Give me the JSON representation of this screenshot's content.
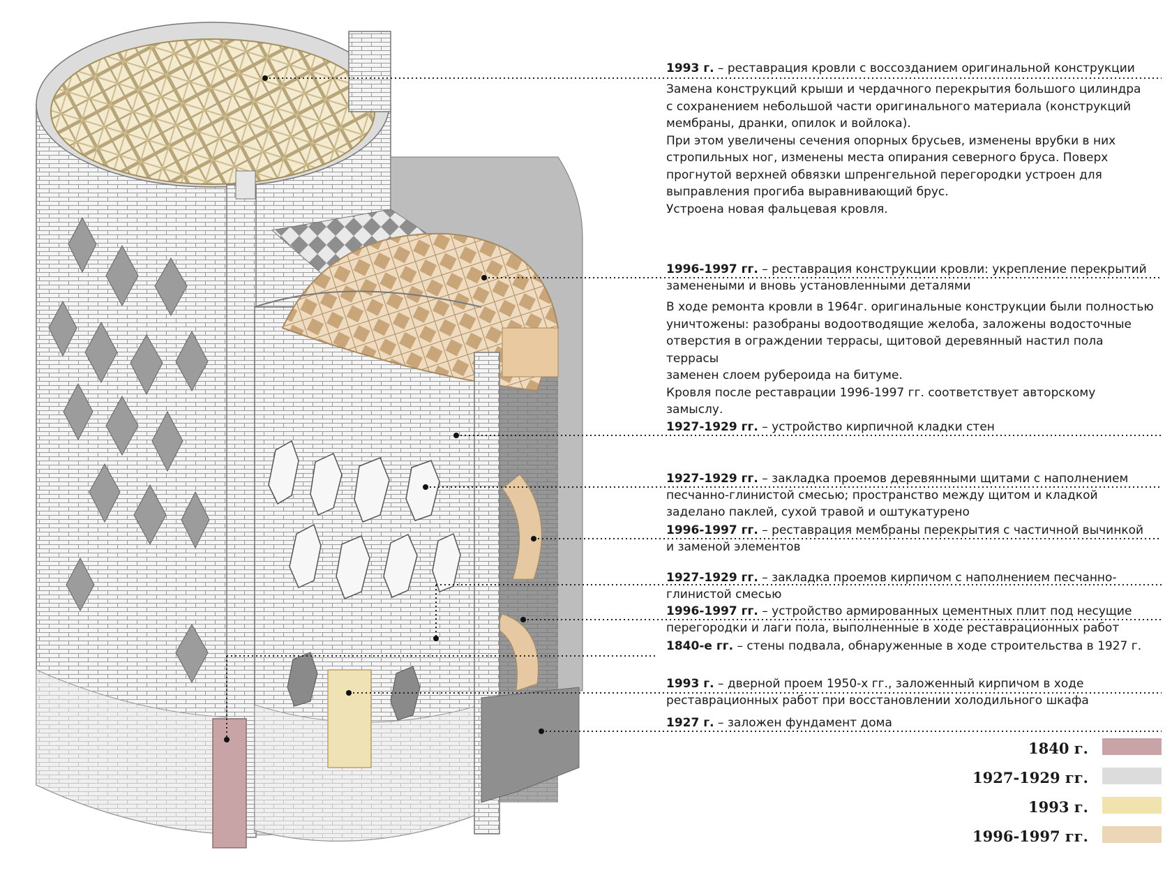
{
  "annotations": [
    {
      "id": "roof-1993",
      "year": "1993 г.",
      "text": " – реставрация кровли с воссозданием оригинальной конструкции",
      "description": [
        "Замена конструкций крыши и чердачного перекрытия большого цилиндра",
        "с сохранением небольшой части оригинального материала (конструкций",
        "мембраны, дранки, опилок и войлока).",
        "При этом увеличены сечения опорных брусьев, изменены врубки в них",
        "стропильных ног, изменены места опирания северного бруса. Поверх",
        "прогнутой верхней обвязки шпренгельной перегородки устроен для",
        "выправления прогиба выравнивающий брус.",
        "Устроена новая фальцевая кровля."
      ]
    },
    {
      "id": "roof-1996",
      "year": "1996-1997 гг.",
      "text": " – реставрация конструкции кровли: укрепление перекрытий заменеными и вновь установленными деталями",
      "description": [
        "В ходе ремонта кровли в 1964г. оригинальные конструкции были полностью",
        "уничтожены: разобраны водоотводящие желоба, заложены водосточные",
        "отверстия в ограждении террасы, щитовой деревянный настил пола террасы",
        "заменен слоем рубероида на битуме.",
        "Кровля после реставрации 1996-1997 гг. соответствует авторскому замыслу."
      ]
    },
    {
      "id": "walls-1927",
      "year": "1927-1929 гг.",
      "text": " – устройство кирпичной кладки стен",
      "description": []
    },
    {
      "id": "openings-wood-1927",
      "year": "1927-1929 гг.",
      "text": " – закладка проемов деревянными щитами с наполнением песчанно-глинистой смесью; пространство между щитом и кладкой заделано паклей, сухой травой и оштукатурено",
      "description": []
    },
    {
      "id": "membrane-1996",
      "year": "1996-1997 гг.",
      "text": " – реставрация мембраны перекрытия с частичной вычинкой и заменой элементов",
      "description": []
    },
    {
      "id": "openings-brick-1927",
      "year": "1927-1929 гг.",
      "text": " – закладка проемов кирпичом с наполнением песчанно-глинистой смесью",
      "description": []
    },
    {
      "id": "slabs-1996",
      "year": "1996-1997 гг.",
      "text": " – устройство армированных цементных плит под несущие перегородки и лаги пола, выполненные в ходе реставрационных работ",
      "description": []
    },
    {
      "id": "basement-1840",
      "year": "1840-е гг.",
      "text": " – стены подвала, обнаруженные в ходе строительства в 1927 г.",
      "description": []
    },
    {
      "id": "door-1993",
      "year": "1993 г.",
      "text": " – дверной проем 1950-х гг., заложенный кирпичом в ходе реставрационных работ при восстановлении холодильного шкафа",
      "description": []
    },
    {
      "id": "foundation-1927",
      "year": "1927 г.",
      "text": " – заложен фундамент дома",
      "description": []
    }
  ],
  "legend": [
    {
      "label": "1840 г.",
      "color": "#c9a4a6"
    },
    {
      "label": "1927-1929 гг.",
      "color": "#dcdcdc"
    },
    {
      "label": "1993 г.",
      "color": "#f1e3ad"
    },
    {
      "label": "1996-1997 гг.",
      "color": "#ecd6b8"
    }
  ],
  "palette": {
    "brick_light": "#f4f4f4",
    "brick_line": "#8c8c8c",
    "shadow": "#9a9a9a",
    "roof_1993": "#eadbb0",
    "roof_1996": "#e6c9a2",
    "basement_1840": "#c9a4a6"
  }
}
